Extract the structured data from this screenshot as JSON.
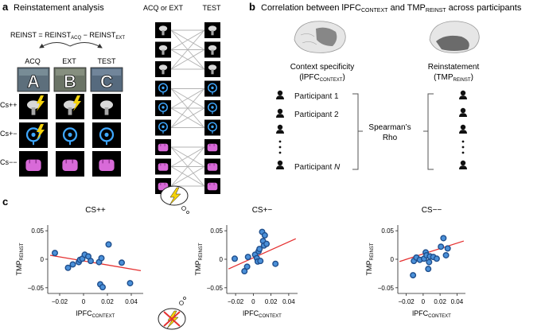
{
  "panel_a": {
    "letter": "a",
    "title": "Reinstatement analysis",
    "formula": {
      "lhs": "REINST = REINST",
      "acq_sub": "ACQ",
      "minus": " − REINST",
      "ext_sub": "EXT"
    },
    "columns": [
      "ACQ",
      "EXT",
      "TEST"
    ],
    "context_letters": [
      "A",
      "B",
      "C"
    ],
    "rows": [
      "Cs++",
      "Cs+−",
      "Cs−−"
    ],
    "right_headers": [
      "ACQ or EXT",
      "TEST"
    ]
  },
  "panel_b": {
    "letter": "b",
    "title": {
      "p1": "Correlation between lPFC",
      "s1": "CONTEXT",
      "p2": " and TMP",
      "s2": "REINST",
      "p3": " across participants"
    },
    "left_label": {
      "line1": "Context specificity",
      "open": "(lPFC",
      "sub": "CONTEXT",
      "close": ")"
    },
    "right_label": {
      "line1": "Reinstatement",
      "open": "(TMP",
      "sub": "REINST",
      "close": ")"
    },
    "participants": [
      "Participant 1",
      "Participant 2",
      "Participant "
    ],
    "participant_n": "N",
    "center": [
      "Spearman’s",
      "Rho"
    ]
  },
  "panel_c": {
    "letter": "c"
  },
  "colors": {
    "point_fill": "#4a90d9",
    "point_edge": "#1f4e8c",
    "regression": "#e53030",
    "brain": "#bdbdbd"
  },
  "chart_data": [
    {
      "type": "scatter",
      "title": "CS++",
      "xlabel": "lPFC",
      "xlabel_sub": "CONTEXT",
      "ylabel": "TMP",
      "ylabel_sub": "REINST",
      "xlim": [
        -0.03,
        0.05
      ],
      "ylim": [
        -0.06,
        0.06
      ],
      "xticks": [
        -0.02,
        0,
        0.02,
        0.04
      ],
      "xtick_labels": [
        "−0.02",
        "0",
        "0.02",
        "0.04"
      ],
      "yticks": [
        -0.05,
        0,
        0.05
      ],
      "ytick_labels": [
        "−0.05",
        "0",
        "0.05"
      ],
      "points": [
        [
          -0.024,
          0.011
        ],
        [
          -0.013,
          -0.015
        ],
        [
          -0.009,
          -0.009
        ],
        [
          -0.004,
          -0.005
        ],
        [
          -0.003,
          -0.001
        ],
        [
          -0.001,
          0.001
        ],
        [
          0.001,
          0.008
        ],
        [
          0.004,
          0.005
        ],
        [
          0.006,
          -0.003
        ],
        [
          0.013,
          -0.005
        ],
        [
          0.014,
          -0.044
        ],
        [
          0.015,
          0.002
        ],
        [
          0.016,
          -0.049
        ],
        [
          0.021,
          0.026
        ],
        [
          0.032,
          -0.006
        ],
        [
          0.039,
          -0.042
        ]
      ],
      "fit": [
        [
          -0.028,
          0.007
        ],
        [
          0.048,
          -0.02
        ]
      ]
    },
    {
      "type": "scatter",
      "title": "CS+−",
      "xlabel": "lPFC",
      "xlabel_sub": "CONTEXT",
      "ylabel": "TMP",
      "ylabel_sub": "REINST",
      "xlim": [
        -0.03,
        0.05
      ],
      "ylim": [
        -0.06,
        0.06
      ],
      "xticks": [
        -0.02,
        0,
        0.02,
        0.04
      ],
      "xtick_labels": [
        "−0.02",
        "0",
        "0.02",
        "0.04"
      ],
      "yticks": [
        -0.05,
        0,
        0.05
      ],
      "ytick_labels": [
        "−0.05",
        "0",
        "0.05"
      ],
      "points": [
        [
          -0.021,
          0.001
        ],
        [
          -0.01,
          -0.021
        ],
        [
          -0.007,
          -0.013
        ],
        [
          -0.006,
          0.004
        ],
        [
          0.002,
          0.008
        ],
        [
          0.004,
          0.002
        ],
        [
          0.005,
          -0.004
        ],
        [
          0.006,
          0.014
        ],
        [
          0.007,
          0.018
        ],
        [
          0.008,
          -0.003
        ],
        [
          0.01,
          0.048
        ],
        [
          0.011,
          0.032
        ],
        [
          0.012,
          0.024
        ],
        [
          0.013,
          0.042
        ],
        [
          0.015,
          0.027
        ],
        [
          0.025,
          -0.008
        ]
      ],
      "fit": [
        [
          -0.028,
          -0.017
        ],
        [
          0.048,
          0.036
        ]
      ]
    },
    {
      "type": "scatter",
      "title": "CS−−",
      "xlabel": "lPFC",
      "xlabel_sub": "CONTEXT",
      "ylabel": "TMP",
      "ylabel_sub": "REINST",
      "xlim": [
        -0.03,
        0.05
      ],
      "ylim": [
        -0.06,
        0.06
      ],
      "xticks": [
        -0.02,
        0,
        0.02,
        0.04
      ],
      "xtick_labels": [
        "−0.02",
        "0",
        "0.02",
        "0.04"
      ],
      "yticks": [
        -0.05,
        0,
        0.05
      ],
      "ytick_labels": [
        "−0.05",
        "0",
        "0.05"
      ],
      "points": [
        [
          -0.012,
          -0.028
        ],
        [
          -0.011,
          -0.003
        ],
        [
          -0.008,
          0.003
        ],
        [
          -0.004,
          -0.001
        ],
        [
          0.001,
          0.001
        ],
        [
          0.003,
          0.012
        ],
        [
          0.004,
          0.007
        ],
        [
          0.006,
          -0.017
        ],
        [
          0.007,
          -0.005
        ],
        [
          0.008,
          0.005
        ],
        [
          0.012,
          0.004
        ],
        [
          0.016,
          0.001
        ],
        [
          0.021,
          0.022
        ],
        [
          0.024,
          0.037
        ],
        [
          0.027,
          0.007
        ],
        [
          0.029,
          0.019
        ]
      ],
      "fit": [
        [
          -0.028,
          -0.004
        ],
        [
          0.048,
          0.032
        ]
      ]
    }
  ]
}
